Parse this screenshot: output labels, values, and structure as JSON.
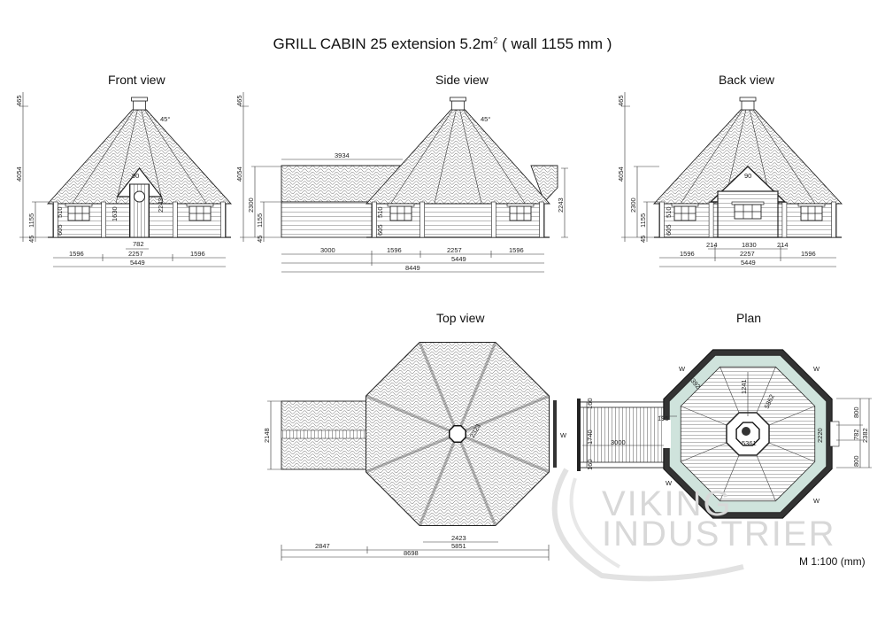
{
  "title": {
    "text": "GRILL CABIN 25 extension 5.2m",
    "sup": "2",
    "suffix": " ( wall 1155 mm )"
  },
  "views": {
    "front": {
      "label": "Front view",
      "dims": {
        "top": "465",
        "height": "4054",
        "wall": "1155",
        "base": "45",
        "win_low": "605",
        "win": "510",
        "door": "1630",
        "door_total": "2243",
        "door_w": "782",
        "mid": "2257",
        "left": "1596",
        "right": "1596",
        "total": "5449",
        "angle": "45°",
        "gable": "90"
      }
    },
    "side": {
      "label": "Side view",
      "dims": {
        "top": "465",
        "height": "4054",
        "ext_h": "2300",
        "wall": "1155",
        "base": "45",
        "win_low": "605",
        "win": "510",
        "ext_roof": "3934",
        "ext": "3000",
        "s1": "1596",
        "s2": "2257",
        "s3": "1596",
        "oct": "5449",
        "total": "8449",
        "right_h": "2243",
        "angle": "45°"
      }
    },
    "back": {
      "label": "Back view",
      "dims": {
        "top": "465",
        "height": "4054",
        "ext_h": "2300",
        "wall": "1155",
        "base": "45",
        "win_low": "605",
        "win": "510",
        "p1": "214",
        "pmid": "1830",
        "p2": "214",
        "left": "1596",
        "mid": "2257",
        "right": "1596",
        "total": "5449",
        "gable": "90"
      }
    },
    "top": {
      "label": "Top view",
      "dims": {
        "ext_w": "2148",
        "chimney": "2323",
        "ridge": "2423",
        "oct": "5851",
        "ext": "2847",
        "total": "8698"
      },
      "window_mark": "W"
    },
    "plan": {
      "label": "Plan",
      "dims": {
        "d1241": "1241",
        "d5862": "5862",
        "d392": "392",
        "d195": "195",
        "d1740": "1740",
        "d3000": "3000",
        "d160a": "160",
        "d160b": "160",
        "d5361": "5361",
        "d2220": "2220",
        "d800a": "800",
        "d782": "782",
        "d800b": "800",
        "d2382": "2382"
      },
      "window_mark": "W"
    }
  },
  "watermark": {
    "line1": "VIKING",
    "line2": "INDUSTRIER"
  },
  "scale": "M 1:100 (mm)"
}
